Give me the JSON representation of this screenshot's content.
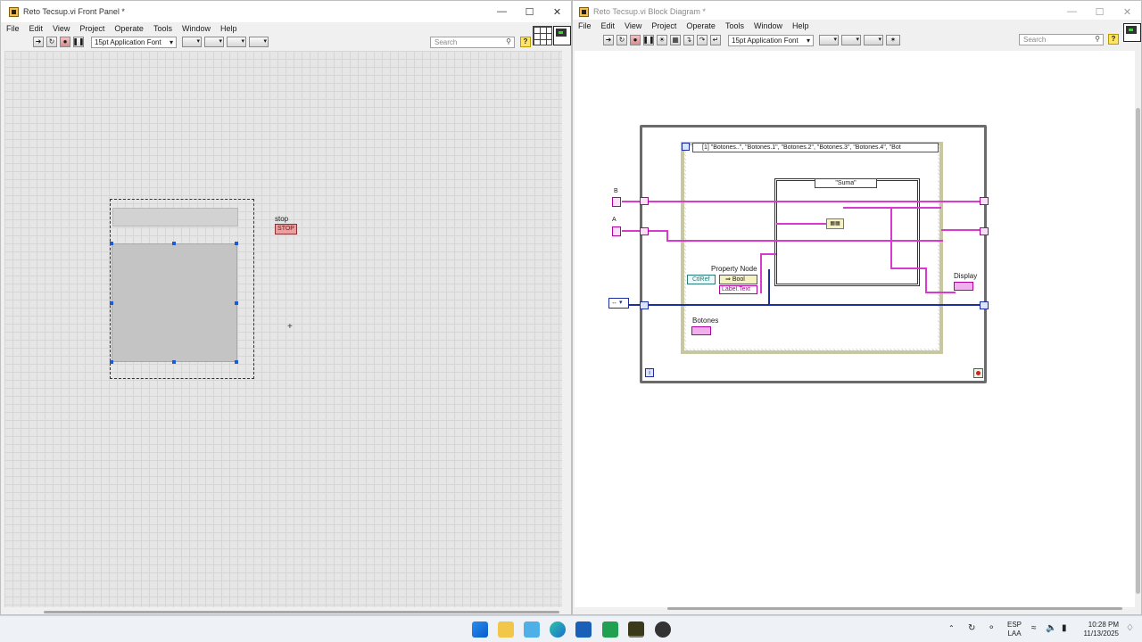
{
  "front_panel": {
    "title": "Reto Tecsup.vi Front Panel *",
    "menu": [
      "File",
      "Edit",
      "View",
      "Project",
      "Operate",
      "Tools",
      "Window",
      "Help"
    ],
    "font_selector": "15pt Application Font",
    "search_placeholder": "Search",
    "help_label": "?",
    "stop_label": "stop",
    "stop_button_text": "STOP"
  },
  "block_diagram": {
    "title": "Reto Tecsup.vi Block Diagram *",
    "menu": [
      "File",
      "Edit",
      "View",
      "Project",
      "Operate",
      "Tools",
      "Window",
      "Help"
    ],
    "font_selector": "15pt Application Font",
    "search_placeholder": "Search",
    "help_label": "?",
    "event_selector": "[1] \"Botones..\", \"Botones.1\", \"Botones.2\", \"Botones.3\", \"Botones.4\", \"Bot",
    "case_selector": "\"Suma\"",
    "label_b": "B",
    "label_a": "A",
    "property_node_title": "Property Node",
    "ctlref_label": "CtlRef",
    "bool_label": "Bool",
    "label_text": "Label.Text",
    "botones_label": "Botones",
    "display_label": "Display",
    "loop_iteration": "i"
  },
  "colors": {
    "wire_string": "#d83ad0",
    "wire_refnum": "#1d2f9c",
    "loop_border": "#6b6b6b",
    "event_frame": "#c8c8a0"
  },
  "taskbar": {
    "apps": [
      "start-icon",
      "file-explorer-icon",
      "photos-icon",
      "edge-icon",
      "outlook-icon",
      "green-app-icon",
      "labview-icon",
      "recorder-icon"
    ],
    "lang_line1": "ESP",
    "lang_line2": "LAA",
    "time": "10:28 PM",
    "date": "11/13/2025"
  }
}
